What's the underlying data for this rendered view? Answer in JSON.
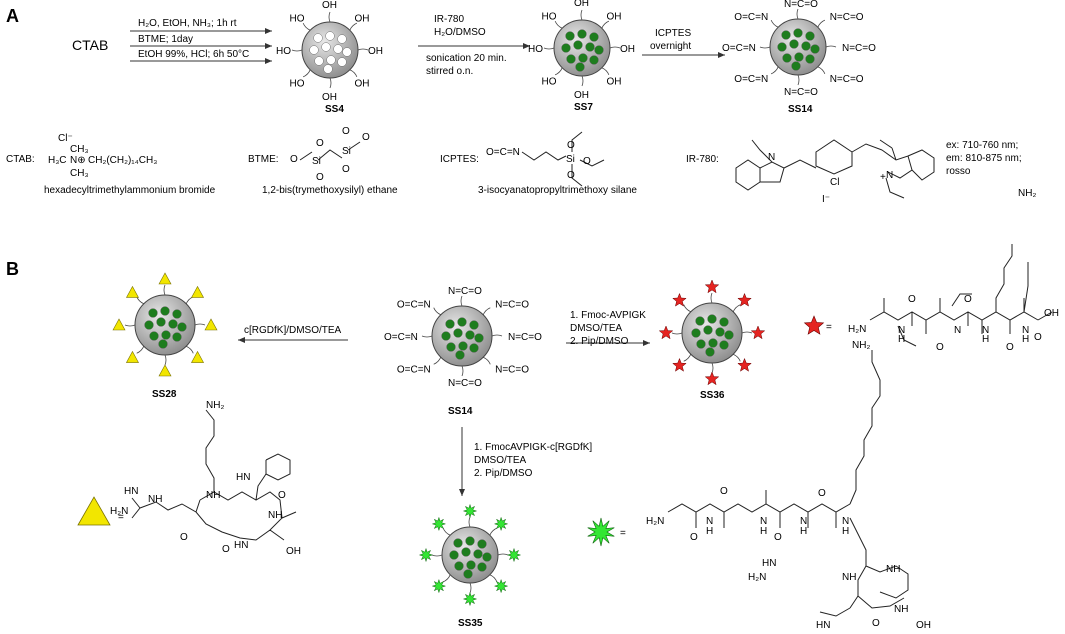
{
  "panel_a": {
    "letter": "A",
    "start": "CTAB",
    "step1_conditions": [
      "H₂O, EtOH, NH₃; 1h rt",
      "BTME; 1day",
      "EtOH 99%, HCl; 6h 50°C"
    ],
    "ss4_label": "SS4",
    "step2_conditions": [
      "IR-780",
      "H₂O/DMSO",
      "sonication 20 min.",
      "stirred o.n."
    ],
    "ss7_label": "SS7",
    "step3_conditions": [
      "ICPTES",
      "overnight"
    ],
    "ss14_label": "SS14",
    "hydroxyl": "OH",
    "ho": "HO",
    "isocyanate_left": "O=C=N",
    "isocyanate_right": "N=C=O",
    "ctab_label": "CTAB:",
    "ctab_name": "hexadecyltrimethylammonium bromide",
    "btme_label": "BTME:",
    "btme_name": "1,2-bis(trymethoxysilyl) ethane",
    "icptes_label": "ICPTES:",
    "icptes_name": "3-isocyanatopropyltrimethoxy silane",
    "ir780_label": "IR-780:",
    "ir780_props": [
      "ex: 710-760 nm;",
      "em: 810-875 nm;",
      "rosso"
    ],
    "atoms": {
      "cl_minus": "Cl⁻",
      "n_plus": "N⊕",
      "si": "Si",
      "o": "O",
      "n": "N",
      "cl": "Cl",
      "iodide": "I⁻",
      "plus": "+",
      "ch3": "CH₃",
      "h3c": "H₃C",
      "chain": "CH₂(CH₂)₁₄CH₃",
      "nco": "O=C=N"
    }
  },
  "panel_b": {
    "letter": "B",
    "ss14_label": "SS14",
    "ss28_label": "SS28",
    "ss28_conditions": "c[RGDfK]/DMSO/TEA",
    "ss36_label": "SS36",
    "ss36_conditions": [
      "1. Fmoc-AVPIGK",
      "DMSO/TEA",
      "2. Pip/DMSO"
    ],
    "ss35_label": "SS35",
    "ss35_conditions": [
      "1. FmocAVPIGK-c[RGDfK]",
      "DMSO/TEA",
      "2. Pip/DMSO"
    ],
    "equals": "=",
    "peptide_atoms": {
      "nh2": "NH₂",
      "h2n": "H₂N",
      "h": "H",
      "n": "N",
      "o": "O",
      "oh": "OH",
      "hn": "HN",
      "nh": "NH"
    }
  },
  "colors": {
    "core": "#b5b5b5",
    "dye": "#1e7d1e",
    "pore": "#ffffff",
    "triangle": "#f2e600",
    "star": "#e52421",
    "burst": "#33e633"
  }
}
